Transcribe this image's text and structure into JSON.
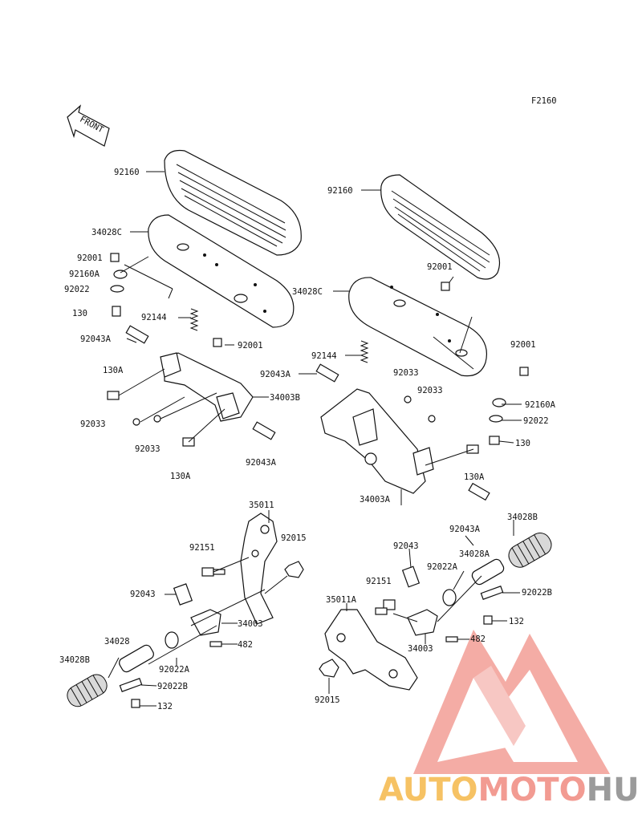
{
  "diagram": {
    "figure_code": "F2160",
    "front_label": "FRONT"
  },
  "labels": {
    "l_92160_left": "92160",
    "l_34028c_left": "34028C",
    "l_92001_left_a": "92001",
    "l_92160a_left": "92160A",
    "l_92022_left": "92022",
    "l_130_left": "130",
    "l_92144_left": "92144",
    "l_92001_left_b": "92001",
    "l_92043a_left_a": "92043A",
    "l_130a_left_a": "130A",
    "l_34003b": "34003B",
    "l_92033_left_a": "92033",
    "l_92033_left_b": "92033",
    "l_130a_left_b": "130A",
    "l_92043a_left_b": "92043A",
    "l_92160_right": "92160",
    "l_92001_right_a": "92001",
    "l_34028c_right": "34028C",
    "l_92001_right_b": "92001",
    "l_92144_right": "92144",
    "l_92043a_right_a": "92043A",
    "l_92033_right_a": "92033",
    "l_92033_right_b": "92033",
    "l_92160a_right": "92160A",
    "l_92022_right": "92022",
    "l_130_right": "130",
    "l_130a_right": "130A",
    "l_34003a": "34003A",
    "l_92043a_right_b": "92043A",
    "l_34028b_right": "34028B",
    "l_35011": "35011",
    "l_92151_left": "92151",
    "l_92015_left": "92015",
    "l_92043_left": "92043",
    "l_34003_left": "34003",
    "l_482_left": "482",
    "l_34028": "34028",
    "l_92022a_left": "92022A",
    "l_34028b_left": "34028B",
    "l_92022b_left": "92022B",
    "l_132_left": "132",
    "l_92043_right": "92043",
    "l_34028a": "34028A",
    "l_92022a_right": "92022A",
    "l_92151_right": "92151",
    "l_92022b_right": "92022B",
    "l_35011a": "35011A",
    "l_132_right": "132",
    "l_34003_right": "34003",
    "l_482_right": "482",
    "l_92015_right": "92015"
  },
  "watermark": {
    "part1": "AUTO",
    "part2": "MOTO",
    "part3": "HUB",
    "color_orange": "#f5b84a",
    "color_red": "#f08a80",
    "color_gray": "#8a8a8a"
  }
}
